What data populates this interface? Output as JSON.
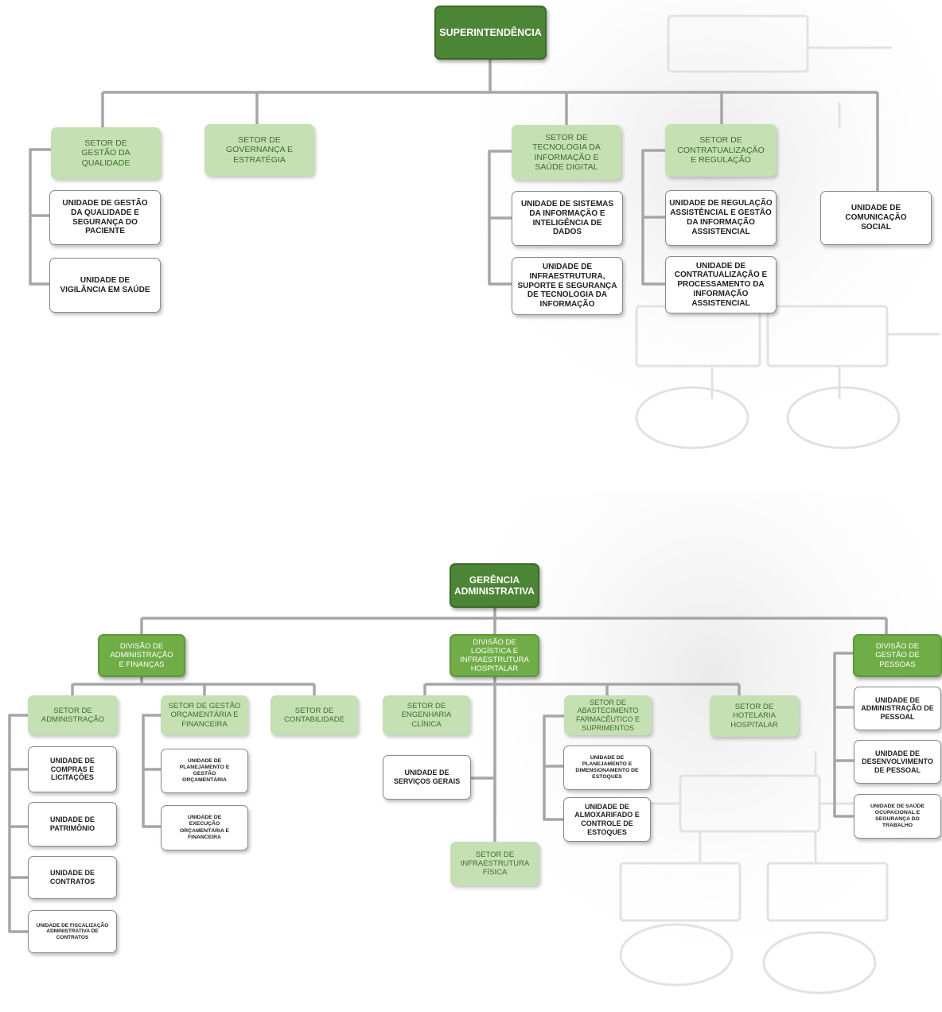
{
  "chart1": {
    "root": "SUPERINTENDÊNCIA",
    "setor_qualidade": "SETOR DE GESTÃO DA QUALIDADE",
    "unidade_qualidade_seguranca": "UNIDADE DE GESTÃO DA QUALIDADE E SEGURANÇA DO PACIENTE",
    "unidade_vigilancia": "UNIDADE DE VIGILÂNCIA EM SAÚDE",
    "setor_governanca": "SETOR DE GOVERNANÇA E ESTRATÉGIA",
    "setor_ti": "SETOR DE TECNOLOGIA DA INFORMAÇÃO E SAÚDE DIGITAL",
    "unidade_sistemas": "UNIDADE DE SISTEMAS DA INFORMAÇÃO E INTELIGÊNCIA DE DADOS",
    "unidade_infra_ti": "UNIDADE DE INFRAESTRUTURA, SUPORTE E SEGURANÇA DE TECNOLOGIA DA INFORMAÇÃO",
    "setor_contratualizacao": "SETOR DE CONTRATUALIZAÇÃO E REGULAÇÃO",
    "unidade_regulacao": "UNIDADE DE REGULAÇÃO ASSISTÊNCIAL E GESTÃO DA INFORMAÇÃO ASSISTENCIAL",
    "unidade_contratualizacao": "UNIDADE DE CONTRATUALIZAÇÃO E PROCESSAMENTO DA INFORMAÇÃO ASSISTENCIAL",
    "unidade_comunicacao": "UNIDADE DE COMUNICAÇÃO SOCIAL"
  },
  "chart2": {
    "root": "GERÊNCIA ADMINISTRATIVA",
    "div_adm_financas": "DIVISÃO DE ADMINISTRAÇÃO E FINANÇAS",
    "setor_administracao": "SETOR DE ADMINISTRAÇÃO",
    "unidade_compras": "UNIDADE DE COMPRAS E LICITAÇÕES",
    "unidade_patrimonio": "UNIDADE DE PATRIMÔNIO",
    "unidade_contratos": "UNIDADE DE CONTRATOS",
    "unidade_fiscalizacao": "UNIDADE DE FISCALIZAÇÃO ADMINISTRATIVA DE CONTRATOS",
    "setor_orcamentaria": "SETOR DE GESTÃO ORÇAMENTÁRIA E FINANCEIRA",
    "unidade_planejamento_orc": "UNIDADE DE PLANEJAMENTO E GESTÃO ORÇAMENTÁRIA",
    "unidade_execucao_orc": "UNIDADE DE EXECUÇÃO ORÇAMENTÁRIA E FINANCEIRA",
    "setor_contabilidade": "SETOR DE CONTABILIDADE",
    "div_logistica": "DIVISÃO DE LOGÍSTICA E INFRAESTRUTURA HOSPITALAR",
    "setor_eng_clinica": "SETOR DE ENGENHARIA CLÍNICA",
    "unidade_servicos_gerais": "UNIDADE DE SERVIÇOS GERAIS",
    "setor_infra_fisica": "SETOR DE INFRAESTRUTURA FÍSICA",
    "setor_abastecimento": "SETOR DE ABASTECIMENTO FARMACÊUTICO E SUPRIMENTOS",
    "unidade_planejamento_estoques": "UNIDADE DE PLANEJAMENTO E DIMENSIONAMENTO DE ESTOQUES",
    "unidade_almoxarifado": "UNIDADE DE ALMOXARIFADO E CONTROLE DE ESTOQUES",
    "setor_hotelaria": "SETOR DE HOTELARIA HOSPITALAR",
    "div_pessoas": "DIVISÃO DE GESTÃO DE PESSOAS",
    "unidade_adm_pessoal": "UNIDADE DE ADMINISTRAÇÃO DE PESSOAL",
    "unidade_desenv_pessoal": "UNIDADE DE DESENVOLVIMENTO DE PESSOAL",
    "unidade_saude_ocupacional": "UNIDADE DE SAÚDE OCUPACIONAL E SEGURANÇA DO TRABALHO"
  },
  "colors": {
    "dark_green": "#4c8535",
    "light_green": "#c5e0b3",
    "light_green_text": "#3f6f2c",
    "connector": "#a6a6a6"
  }
}
